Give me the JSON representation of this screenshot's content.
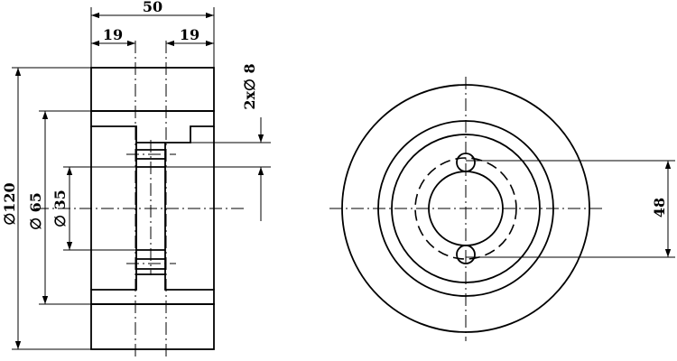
{
  "drawing": {
    "dimensions": {
      "overall_width": "50",
      "left_offset": "19",
      "right_offset": "19",
      "hole_spec": "2x∅ 8",
      "diameter_outer": "∅120",
      "diameter_mid": "∅ 65",
      "diameter_inner": "∅ 35",
      "hole_spacing": "48"
    },
    "colors": {
      "line": "#000000",
      "hatch": "#000000",
      "background": "#ffffff"
    }
  }
}
